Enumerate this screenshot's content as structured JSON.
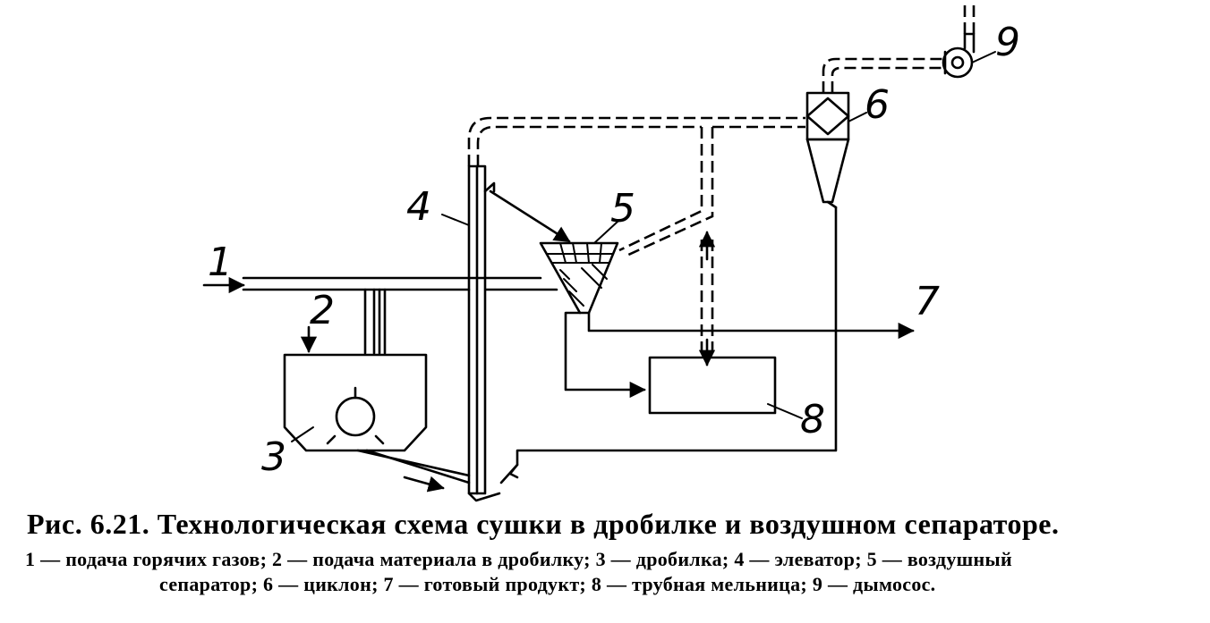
{
  "figure": {
    "title": "Рис. 6.21. Технологическая схема сушки в дробилке и воздушном сепараторе.",
    "legend_line1": "1 — подача горячих газов; 2 — подача материала в дробилку; 3 — дробилка; 4 — элеватор; 5 — воздушный",
    "legend_line2": "сепаратор; 6 — циклон; 7 — готовый продукт; 8 — трубная мельница; 9 — дымосос."
  },
  "labels": {
    "n1": "1",
    "n2": "2",
    "n3": "3",
    "n4": "4",
    "n5": "5",
    "n6": "6",
    "n7": "7",
    "n8": "8",
    "n9": "9"
  }
}
